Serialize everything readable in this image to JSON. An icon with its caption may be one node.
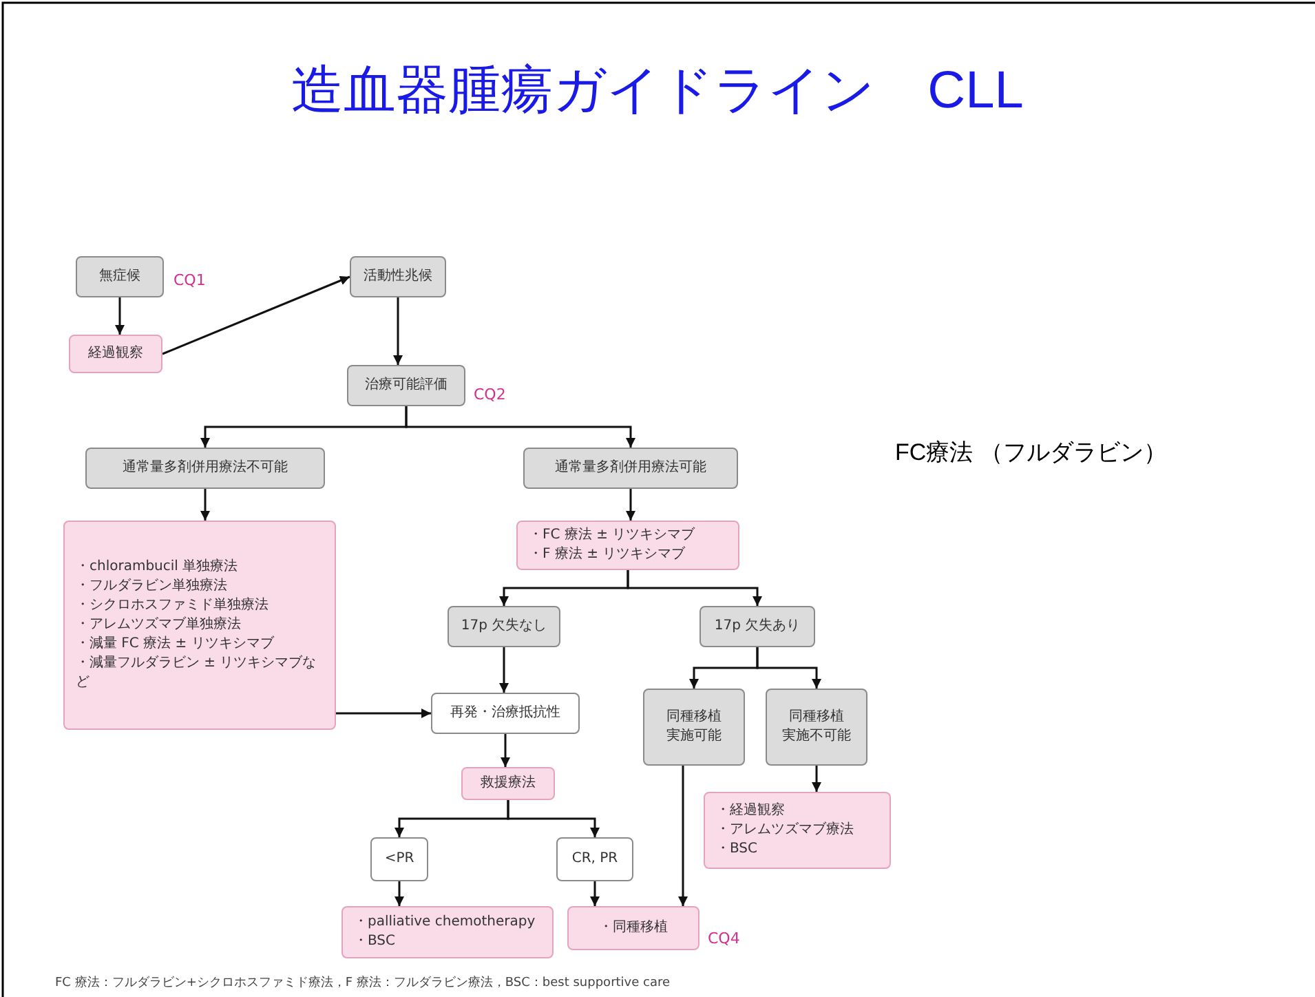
{
  "diagram": {
    "title": "造血器腫瘍ガイドライン　CLL",
    "nodes": [
      {
        "text": [
          "無症候"
        ],
        "beside": [
          "CQ1"
        ]
      },
      {
        "text": [
          "経過観察"
        ]
      },
      {
        "text": [
          "活動性兆候"
        ]
      },
      {
        "text": [
          "治療可能評価"
        ],
        "beside": [
          "CQ2"
        ]
      },
      {
        "text": [
          "通常量多剤併用療法不可能"
        ]
      },
      {
        "text": [
          "通常量多剤併用療法可能"
        ]
      },
      {
        "text": [
          "・chlorambucil 単独療法",
          "・フルダラビン単独療法",
          "・シクロホスファミド単独療法",
          "・アレムツズマブ単独療法",
          "・減量 FC 療法 ± リツキシマブ",
          "・減量フルダラビン ± リツキシマブなど"
        ]
      },
      {
        "text": [
          "・FC 療法 ± リツキシマブ",
          "・F 療法 ± リツキシマブ"
        ]
      },
      {
        "text": [
          "17p 欠失なし"
        ]
      },
      {
        "text": [
          "17p 欠失あり"
        ]
      },
      {
        "text": [
          "再発・治療抵抗性"
        ]
      },
      {
        "text": [
          "救援療法"
        ]
      },
      {
        "text": [
          "同種移植実施可能"
        ]
      },
      {
        "text": [
          "同種移植実施不可能"
        ]
      },
      {
        "text": [
          "・経過観察",
          "・アレムツズマブ療法",
          "・BSC"
        ]
      },
      {
        "text": [
          "<PR"
        ]
      },
      {
        "text": [
          "CR, PR"
        ]
      },
      {
        "text": [
          "・palliative chemotherapy",
          "・BSC"
        ]
      },
      {
        "text": [
          "・同種移植"
        ],
        "beside": [
          "CQ4"
        ]
      }
    ],
    "edges": [
      {
        "from": 0,
        "to": 1,
        "arrow": "to"
      },
      {
        "from": 1,
        "to": 2,
        "arrow": "to"
      },
      {
        "from": 2,
        "to": 3,
        "arrow": "to"
      },
      {
        "from": 3,
        "to": 4,
        "arrow": "to"
      },
      {
        "from": 3,
        "to": 5,
        "arrow": "to"
      },
      {
        "from": 4,
        "to": 6,
        "arrow": "to"
      },
      {
        "from": 5,
        "to": 7,
        "arrow": "to"
      },
      {
        "from": 7,
        "to": 8,
        "arrow": "to"
      },
      {
        "from": 7,
        "to": 9,
        "arrow": "to"
      },
      {
        "from": 8,
        "to": 10,
        "arrow": "to"
      },
      {
        "from": 6,
        "to": 10,
        "arrow": "to"
      },
      {
        "from": 10,
        "to": 11,
        "arrow": "to"
      },
      {
        "from": 9,
        "to": 12,
        "arrow": "to"
      },
      {
        "from": 9,
        "to": 13,
        "arrow": "to"
      },
      {
        "from": 13,
        "to": 14,
        "arrow": "to"
      },
      {
        "from": 11,
        "to": 15,
        "arrow": "to"
      },
      {
        "from": 11,
        "to": 16,
        "arrow": "to"
      },
      {
        "from": 15,
        "to": 17,
        "arrow": "to"
      },
      {
        "from": 16,
        "to": 18,
        "arrow": "to"
      },
      {
        "from": 12,
        "to": 18,
        "arrow": "to"
      }
    ],
    "labels": [
      "FC療法 （フルダラビン）",
      "FC 療法：フルダラビン+シクロホスファミド療法，F 療法：フルダラビン療法，BSC：best supportive care"
    ]
  }
}
